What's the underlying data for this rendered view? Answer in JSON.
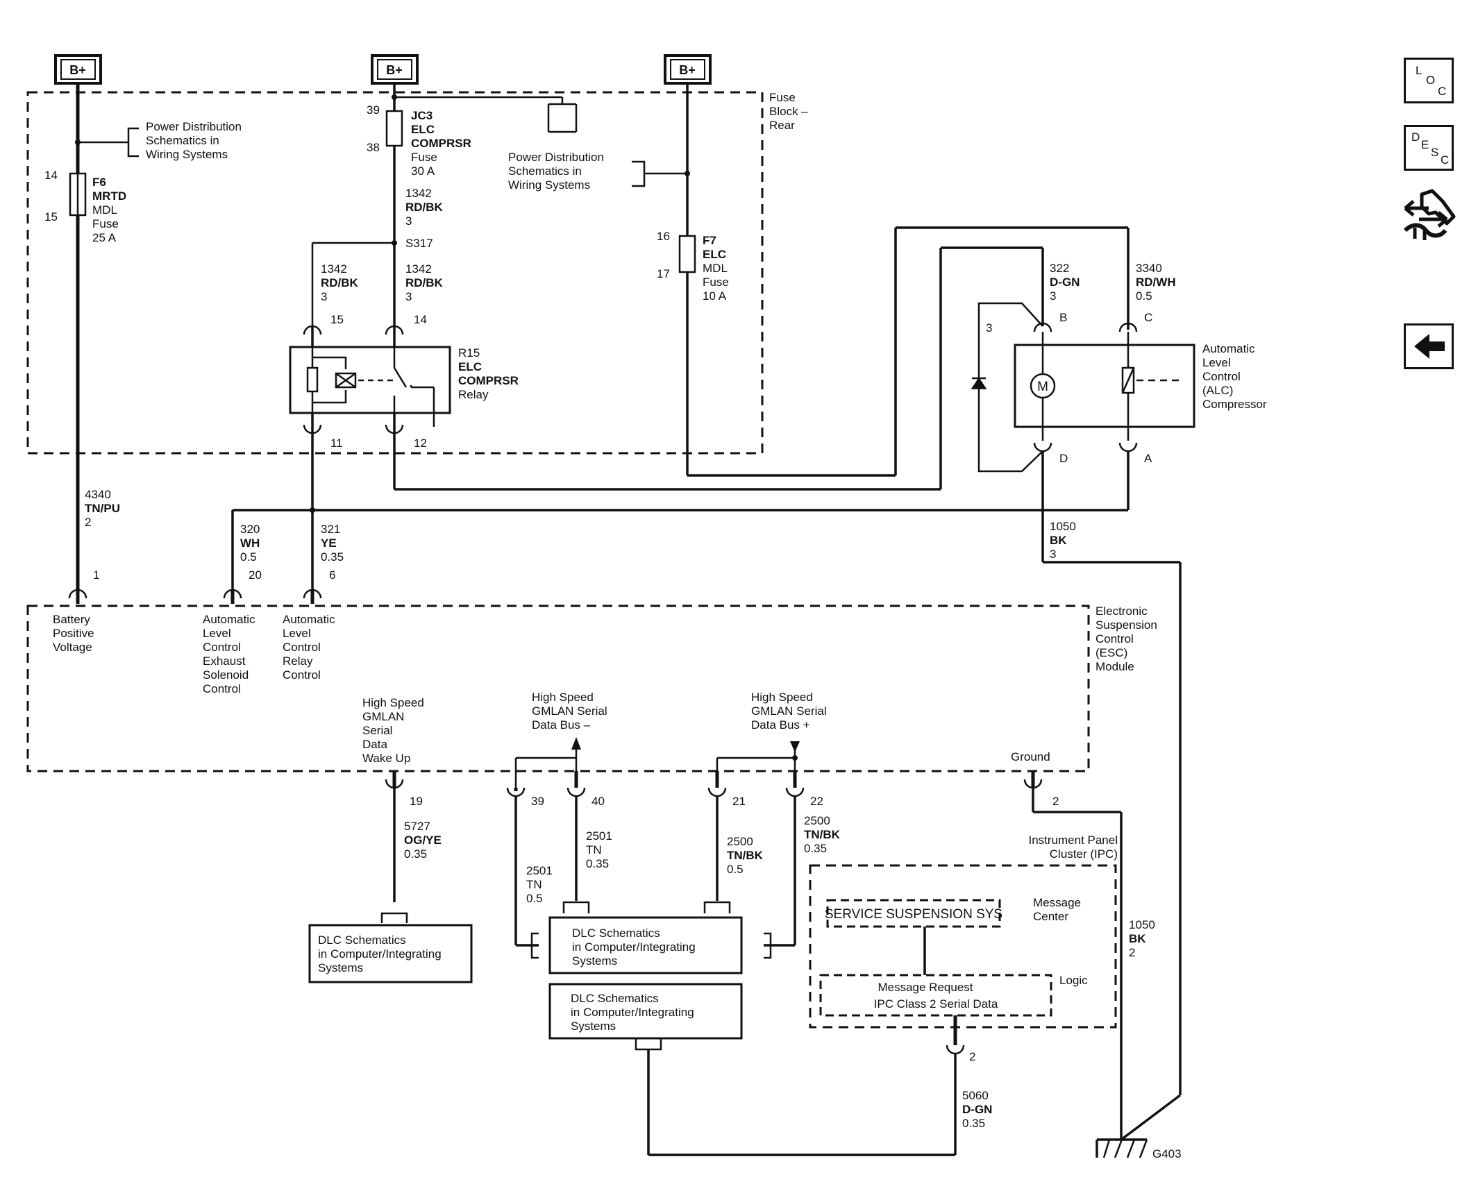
{
  "supply": {
    "bplus": "B+"
  },
  "left_branch": {
    "fuse_pins": [
      "14",
      "15"
    ],
    "fuse_label": [
      "F6",
      "MRTD",
      "MDL",
      "Fuse",
      "25 A"
    ],
    "pd_ref": [
      "Power Distribution",
      "Schematics in",
      "Wiring Systems"
    ],
    "wire": [
      "4340",
      "TN/PU",
      "2"
    ],
    "esc_pin": "1",
    "esc_pin_label": [
      "Battery",
      "Positive",
      "Voltage"
    ]
  },
  "center_branch": {
    "fuse_pins": [
      "39",
      "38"
    ],
    "fuse_label": [
      "JC3",
      "ELC",
      "COMPRSR",
      "Fuse",
      "30 A"
    ],
    "pd_ref": [
      "Power Distribution",
      "Schematics in",
      "Wiring Systems"
    ],
    "wire_main": [
      "1342",
      "RD/BK",
      "3"
    ],
    "splice": "S317",
    "wire_left": [
      "1342",
      "RD/BK",
      "3"
    ],
    "wire_right": [
      "1342",
      "RD/BK",
      "3"
    ]
  },
  "right_branch": {
    "fuse_block": [
      "Fuse",
      "Block –",
      "Rear"
    ],
    "fuse_pins": [
      "16",
      "17"
    ],
    "fuse_label": [
      "F7",
      "ELC",
      "MDL",
      "Fuse",
      "10 A"
    ]
  },
  "relay": {
    "label": [
      "R15",
      "ELC",
      "COMPRSR",
      "Relay"
    ],
    "pins": {
      "top_left": "15",
      "top_right": "14",
      "bottom_left": "11",
      "bottom_right": "12"
    }
  },
  "esc_wires": {
    "exhaust": [
      "320",
      "WH",
      "0.5"
    ],
    "relay_ctrl": [
      "321",
      "YE",
      "0.35"
    ],
    "exhaust_pin": "20",
    "relay_pin": "6",
    "exhaust_label": [
      "Automatic",
      "Level",
      "Control",
      "Exhaust",
      "Solenoid",
      "Control"
    ],
    "relay_label": [
      "Automatic",
      "Level",
      "Control",
      "Relay",
      "Control"
    ]
  },
  "compressor": {
    "label": [
      "Automatic",
      "Level",
      "Control",
      "(ALC)",
      "Compressor"
    ],
    "pins": {
      "b": "B",
      "c": "C",
      "d": "D",
      "a": "A"
    },
    "wire_b": [
      "322",
      "D-GN",
      "3"
    ],
    "wire_c": [
      "3340",
      "RD/WH",
      "0.5"
    ],
    "diode_pin": "3",
    "ground_wire": [
      "1050",
      "BK",
      "3"
    ],
    "motor_symbol": "M"
  },
  "esc_module": {
    "label": [
      "Electronic",
      "Suspension",
      "Control",
      "(ESC)",
      "Module"
    ],
    "wakeup_label": [
      "High Speed",
      "GMLAN",
      "Serial",
      "Data",
      "Wake Up"
    ],
    "bus_minus_label": [
      "High Speed",
      "GMLAN Serial",
      "Data Bus –"
    ],
    "bus_plus_label": [
      "High Speed",
      "GMLAN Serial",
      "Data Bus +"
    ],
    "ground_label": "Ground",
    "pins": {
      "wakeup": "19",
      "p39": "39",
      "p40": "40",
      "p21": "21",
      "p22": "22",
      "ground": "2"
    }
  },
  "bottom_wires": {
    "w5727": [
      "5727",
      "OG/YE",
      "0.35"
    ],
    "w2501a": [
      "2501",
      "TN",
      "0.35"
    ],
    "w2501b": [
      "2501",
      "TN",
      "0.5"
    ],
    "w2500a": [
      "2500",
      "TN/BK",
      "0.5"
    ],
    "w2500b": [
      "2500",
      "TN/BK",
      "0.35"
    ],
    "w5060": [
      "5060",
      "D-GN",
      "0.35"
    ],
    "w1050": [
      "1050",
      "BK",
      "2"
    ]
  },
  "dlc_boxes": [
    [
      "DLC Schematics",
      "in Computer/Integrating",
      "Systems"
    ],
    [
      "DLC Schematics",
      "in Computer/Integrating",
      "Systems"
    ],
    [
      "DLC Schematics",
      "in Computer/Integrating",
      "Systems"
    ]
  ],
  "ipc": {
    "title": [
      "Instrument Panel",
      "Cluster (IPC)"
    ],
    "message": "SERVICE SUSPENSION SYS",
    "message_center": [
      "Message",
      "Center"
    ],
    "request": [
      "Message Request",
      "IPC Class 2 Serial Data"
    ],
    "logic": "Logic",
    "pin": "2"
  },
  "ground": {
    "label": "G403"
  },
  "nav": {
    "loc": [
      "L",
      "O",
      "C"
    ],
    "desc": [
      "D",
      "E",
      "S",
      "C"
    ],
    "back_icon": "left-arrow-icon",
    "connector_icon": "connector-icon"
  }
}
